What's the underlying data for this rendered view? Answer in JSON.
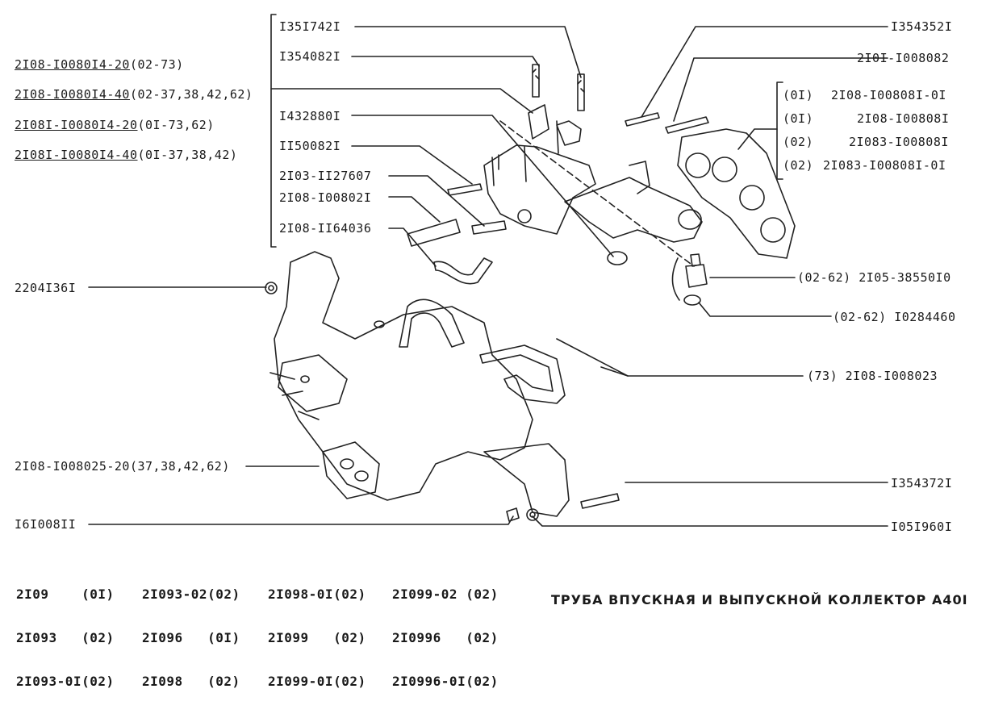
{
  "left_labels": {
    "l1_code": "2I08-I0080I4-20",
    "l1_suffix": "(02-73)",
    "l2_code": "2I08-I0080I4-40",
    "l2_suffix": "(02-37,38,42,62)",
    "l3_code": "2I08I-I0080I4-20",
    "l3_suffix": "(0I-73,62)",
    "l4_code": "2I08I-I0080I4-40",
    "l4_suffix": "(0I-37,38,42)",
    "washer": "2204I36I",
    "manifold": "2I08-I008025-20(37,38,42,62)",
    "nut": "I6I008II"
  },
  "bracket_labels": {
    "b1": "I35I742I",
    "b2": "I354082I",
    "b3": "I432880I",
    "b4": "II50082I",
    "b5": "2I03-II27607",
    "b6": "2I08-I00802I",
    "b7": "2I08-II64036"
  },
  "right_labels": {
    "r1": "I354352I",
    "r2": "2I0I-I008082",
    "g1_tag": "(0I)",
    "g1_code": "2I08-I00808I-0I",
    "g2_tag": "(0I)",
    "g2_code": "2I08-I00808I",
    "g3_tag": "(02)",
    "g3_code": "2I083-I00808I",
    "g4_tag": "(02)",
    "g4_code": "2I083-I00808I-0I",
    "sensor": "(02-62) 2I05-38550I0",
    "seal": "(02-62) I0284460",
    "tube": "(73) 2I08-I008023",
    "stud": "I354372I",
    "washer2": "I05I960I"
  },
  "footer": {
    "c1": [
      "2I09    (0I)",
      "2I093   (02)",
      "2I093-0I(02)"
    ],
    "c2": [
      "2I093-02(02)",
      "2I096   (0I)",
      "2I098   (02)"
    ],
    "c3": [
      "2I098-0I(02)",
      "2I099   (02)",
      "2I099-0I(02)"
    ],
    "c4": [
      "2I099-02 (02)",
      "2I0996   (02)",
      "2I0996-0I(02)"
    ]
  },
  "title": "ТРУБА ВПУСКНАЯ И ВЫПУСКНОЙ КОЛЛЕКТОР",
  "page_code": "A40I"
}
